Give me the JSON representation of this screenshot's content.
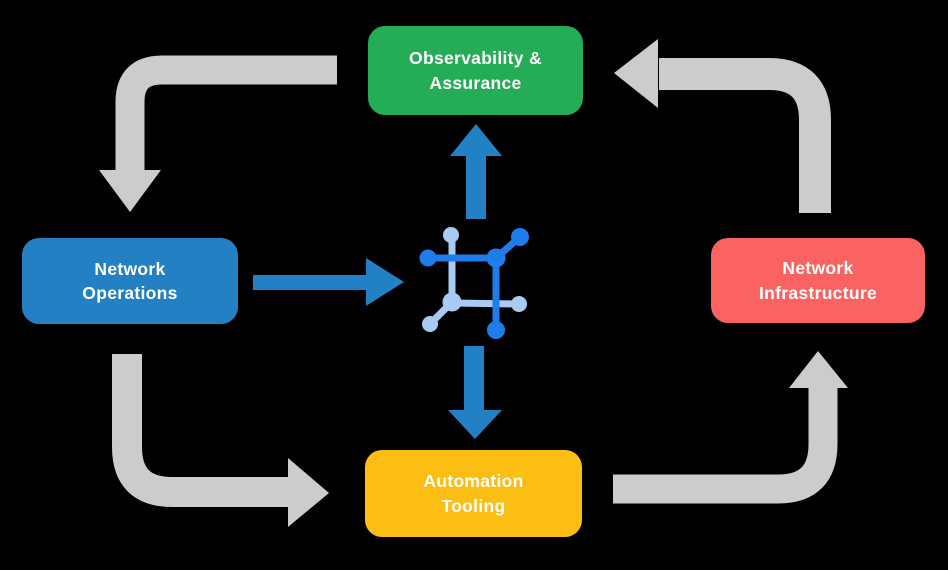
{
  "diagram": {
    "background_color": "#000000",
    "nodes": [
      {
        "id": "observability-assurance",
        "line1": "Observability &",
        "line2": "Assurance",
        "color": "#25AC56"
      },
      {
        "id": "network-operations",
        "line1": "Network",
        "line2": "Operations",
        "color": "#2381C3"
      },
      {
        "id": "network-infrastructure",
        "line1": "Network",
        "line2": "Infrastructure",
        "color": "#FB6262"
      },
      {
        "id": "automation-tooling",
        "line1": "Automation",
        "line2": "Tooling",
        "color": "#FDBE14"
      }
    ],
    "arrows": {
      "cycle_color": "#CCCCCC",
      "center_flow_color": "#2281C4",
      "cycle_sequence": [
        "observability-to-operations",
        "operations-to-automation",
        "automation-to-infrastructure",
        "infrastructure-to-observability"
      ],
      "center_flows": [
        "operations-to-center",
        "center-to-observability",
        "center-to-automation"
      ]
    },
    "center_icon": {
      "name": "network-mesh-icon",
      "bright_blue": "#1E7DEB",
      "light_blue": "#A8CBF3"
    }
  }
}
